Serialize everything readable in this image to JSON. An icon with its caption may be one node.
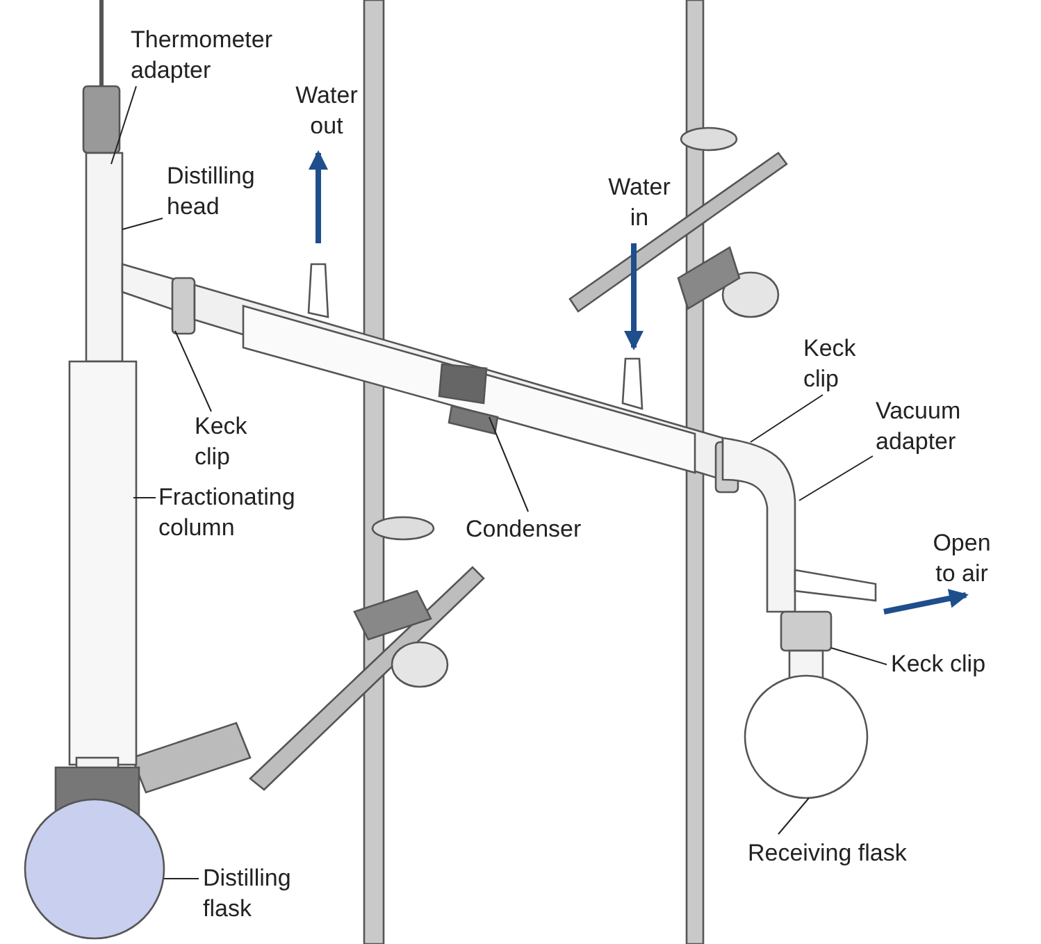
{
  "diagram": {
    "nodes": [
      {
        "text": [
          "Thermometer adapter"
        ]
      },
      {
        "text": [
          "Distilling head"
        ]
      },
      {
        "text": [
          "Keck clip"
        ]
      },
      {
        "text": [
          "Fractionating column"
        ]
      },
      {
        "text": [
          "Condenser"
        ]
      },
      {
        "text": [
          "Keck clip"
        ]
      },
      {
        "text": [
          "Vacuum adapter"
        ]
      },
      {
        "text": [
          "Keck clip"
        ]
      },
      {
        "text": [
          "Receiving flask"
        ]
      },
      {
        "text": [
          "Distilling flask"
        ]
      }
    ],
    "edges": [
      {
        "from": 0,
        "to": null,
        "arrow": "none"
      },
      {
        "from": 1,
        "to": null,
        "arrow": "none"
      },
      {
        "from": 2,
        "to": null,
        "arrow": "none"
      },
      {
        "from": 3,
        "to": null,
        "arrow": "none"
      },
      {
        "from": 4,
        "to": null,
        "arrow": "none"
      },
      {
        "from": 5,
        "to": null,
        "arrow": "none"
      },
      {
        "from": 6,
        "to": null,
        "arrow": "none"
      },
      {
        "from": 7,
        "to": null,
        "arrow": "none"
      },
      {
        "from": 8,
        "to": null,
        "arrow": "none"
      },
      {
        "from": 9,
        "to": null,
        "arrow": "none"
      }
    ],
    "labels": [
      "Water out",
      "Water in",
      "Open to air"
    ]
  }
}
